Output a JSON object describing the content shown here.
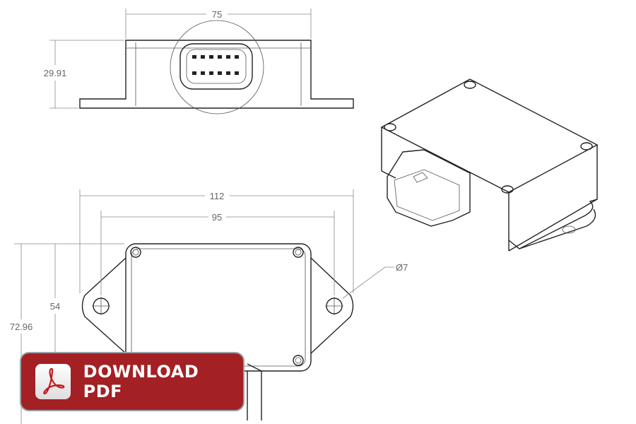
{
  "dimensions": {
    "top_width": "75",
    "top_height": "29.91",
    "overall_width": "112",
    "hole_spacing": "95",
    "body_depth": "54",
    "overall_depth": "72.96",
    "hole_diameter": "Ø7"
  },
  "download_button": {
    "label": "DOWNLOAD PDF",
    "icon": "adobe-pdf-icon",
    "color": "#a32025"
  }
}
